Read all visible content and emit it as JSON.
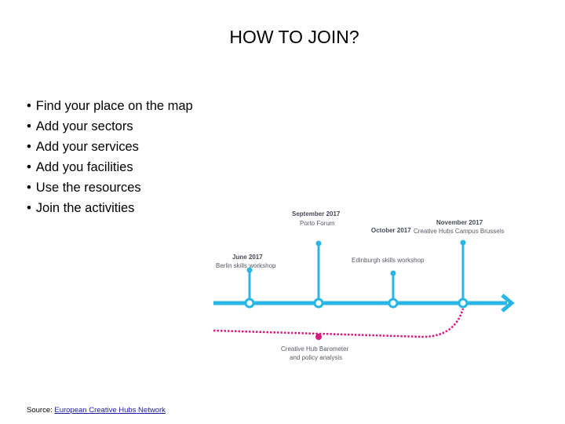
{
  "title": "HOW TO JOIN?",
  "bullet_marker": "•",
  "bullets": [
    "Find your place on the map",
    "Add your sectors",
    "Add your services",
    "Add you facilities",
    "Use the resources",
    "Join the activities"
  ],
  "timeline": {
    "colors": {
      "main_line": "#29b6e6",
      "dotted_line": "#d6197a",
      "marker_fill": "#ffffff",
      "text": "#4a4f58"
    },
    "milestones": [
      {
        "date": "June 2017",
        "label": "Berlin skills workshop"
      },
      {
        "date": "September 2017",
        "label": "Porto Forum"
      },
      {
        "date": "October 2017",
        "label": "Edinburgh skills workshop"
      },
      {
        "date": "November 2017",
        "label": "Creative Hubs Campus Brussels"
      }
    ],
    "barometer": {
      "line1": "Creative Hub Barometer",
      "line2": "and policy analysis"
    }
  },
  "source": {
    "prefix": "Source: ",
    "link_text": "European Creative Hubs Network"
  }
}
